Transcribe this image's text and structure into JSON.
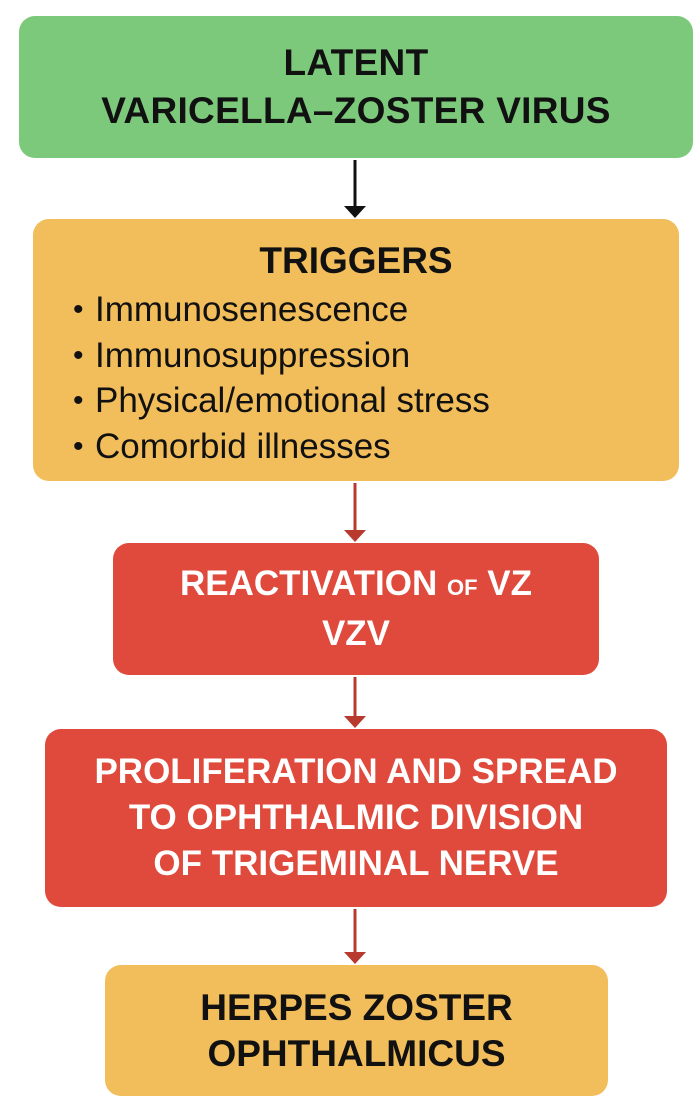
{
  "nodes": {
    "latent": {
      "line1": "LATENT",
      "line2": "VARICELLA–ZOSTER VIRUS",
      "color": "#7dc97c"
    },
    "triggers": {
      "title": "TRIGGERS",
      "bullet": "•",
      "items": [
        "Immunosenescence",
        "Immunosuppression",
        "Physical/emotional stress",
        "Comorbid illnesses"
      ],
      "color": "#f2bd5b"
    },
    "reactivation": {
      "line1_main": "REACTIVATION",
      "line1_small": "OF",
      "line1_end": "VZ",
      "line2": "VZV",
      "color": "#df4a3c"
    },
    "proliferation": {
      "line1": "PROLIFERATION AND SPREAD",
      "line2": "TO OPHTHALMIC DIVISION",
      "line3": "OF TRIGEMINAL NERVE",
      "color": "#df4a3c"
    },
    "herpes": {
      "line1": "HERPES ZOSTER",
      "line2": "OPHTHALMICUS",
      "color": "#f2bd5b"
    }
  },
  "arrow_colors": {
    "dark": "#111111",
    "red": "#b83a2e"
  }
}
